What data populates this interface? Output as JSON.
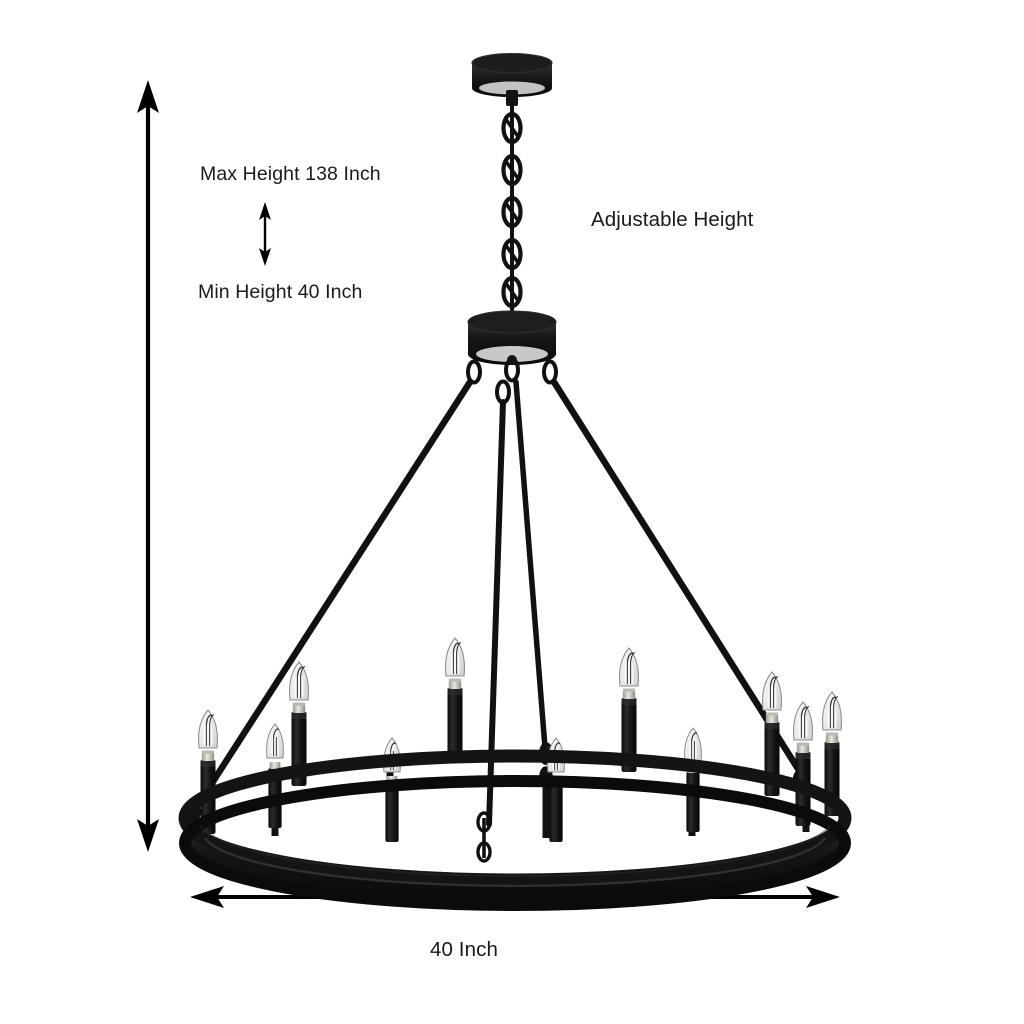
{
  "product": {
    "type": "wagon-wheel-chandelier",
    "finish_color": "#111111",
    "bulb_glass_color": "#f2f2f2",
    "bulb_base_color": "#c9c9c4",
    "background_color": "#ffffff"
  },
  "annotations": {
    "max_height": "Max Height 138 Inch",
    "min_height": "Min Height 40 Inch",
    "adjustable_height": "Adjustable Height",
    "width": "40 Inch"
  },
  "measurements": {
    "max_height_value": 138,
    "min_height_value": 40,
    "width_value": 40,
    "unit": "Inch"
  },
  "parts": {
    "canopy": "ceiling-canopy",
    "chain": "hanging-chain",
    "hub": "center-hub",
    "rods": "support-rods",
    "ring": "wheel-ring",
    "bulbs": "candle-bulbs",
    "bulb_count": 12
  },
  "arrows": {
    "vertical_height_arrow": "height-dimension-arrow",
    "adjustable_range_arrow": "adjustable-range-arrow",
    "horizontal_width_arrow": "width-dimension-arrow"
  }
}
